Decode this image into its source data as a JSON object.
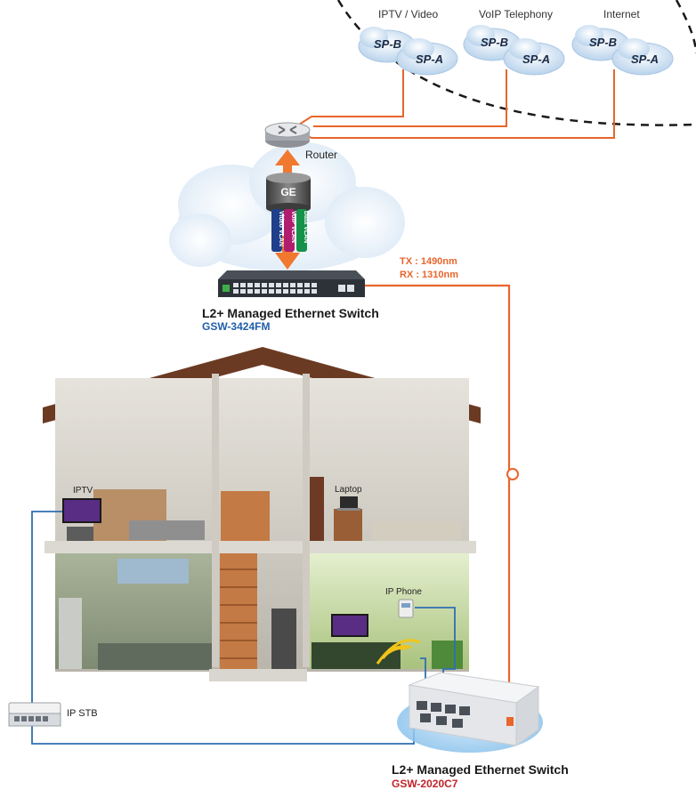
{
  "services": [
    {
      "name": "IPTV / Video",
      "cloud_b": "SP-B",
      "cloud_a": "SP-A"
    },
    {
      "name": "VoIP Telephony",
      "cloud_b": "SP-B",
      "cloud_a": "SP-A"
    },
    {
      "name": "Internet",
      "cloud_b": "SP-B",
      "cloud_a": "SP-A"
    }
  ],
  "router_label": "Router",
  "ge_label": "GE",
  "vlans": [
    "Video VLAN",
    "VoIP VLAN",
    "Data VLAN"
  ],
  "fiber": {
    "tx": "TX : 1490nm",
    "rx": "RX : 1310nm"
  },
  "core_switch": {
    "title": "L2+ Managed Ethernet Switch",
    "model": "GSW-3424FM"
  },
  "edge_switch": {
    "title": "L2+ Managed Ethernet Switch",
    "model": "GSW-2020C7"
  },
  "devices": {
    "iptv": "IPTV",
    "laptop": "Laptop",
    "ip_phone": "IP Phone",
    "ip_stb": "IP STB"
  },
  "colors": {
    "fiber": "#e8662c",
    "copper": "#2f6fb3",
    "roof": "#6b3a22",
    "model_blue": "#1f5fa8",
    "model_red": "#c0242b"
  }
}
